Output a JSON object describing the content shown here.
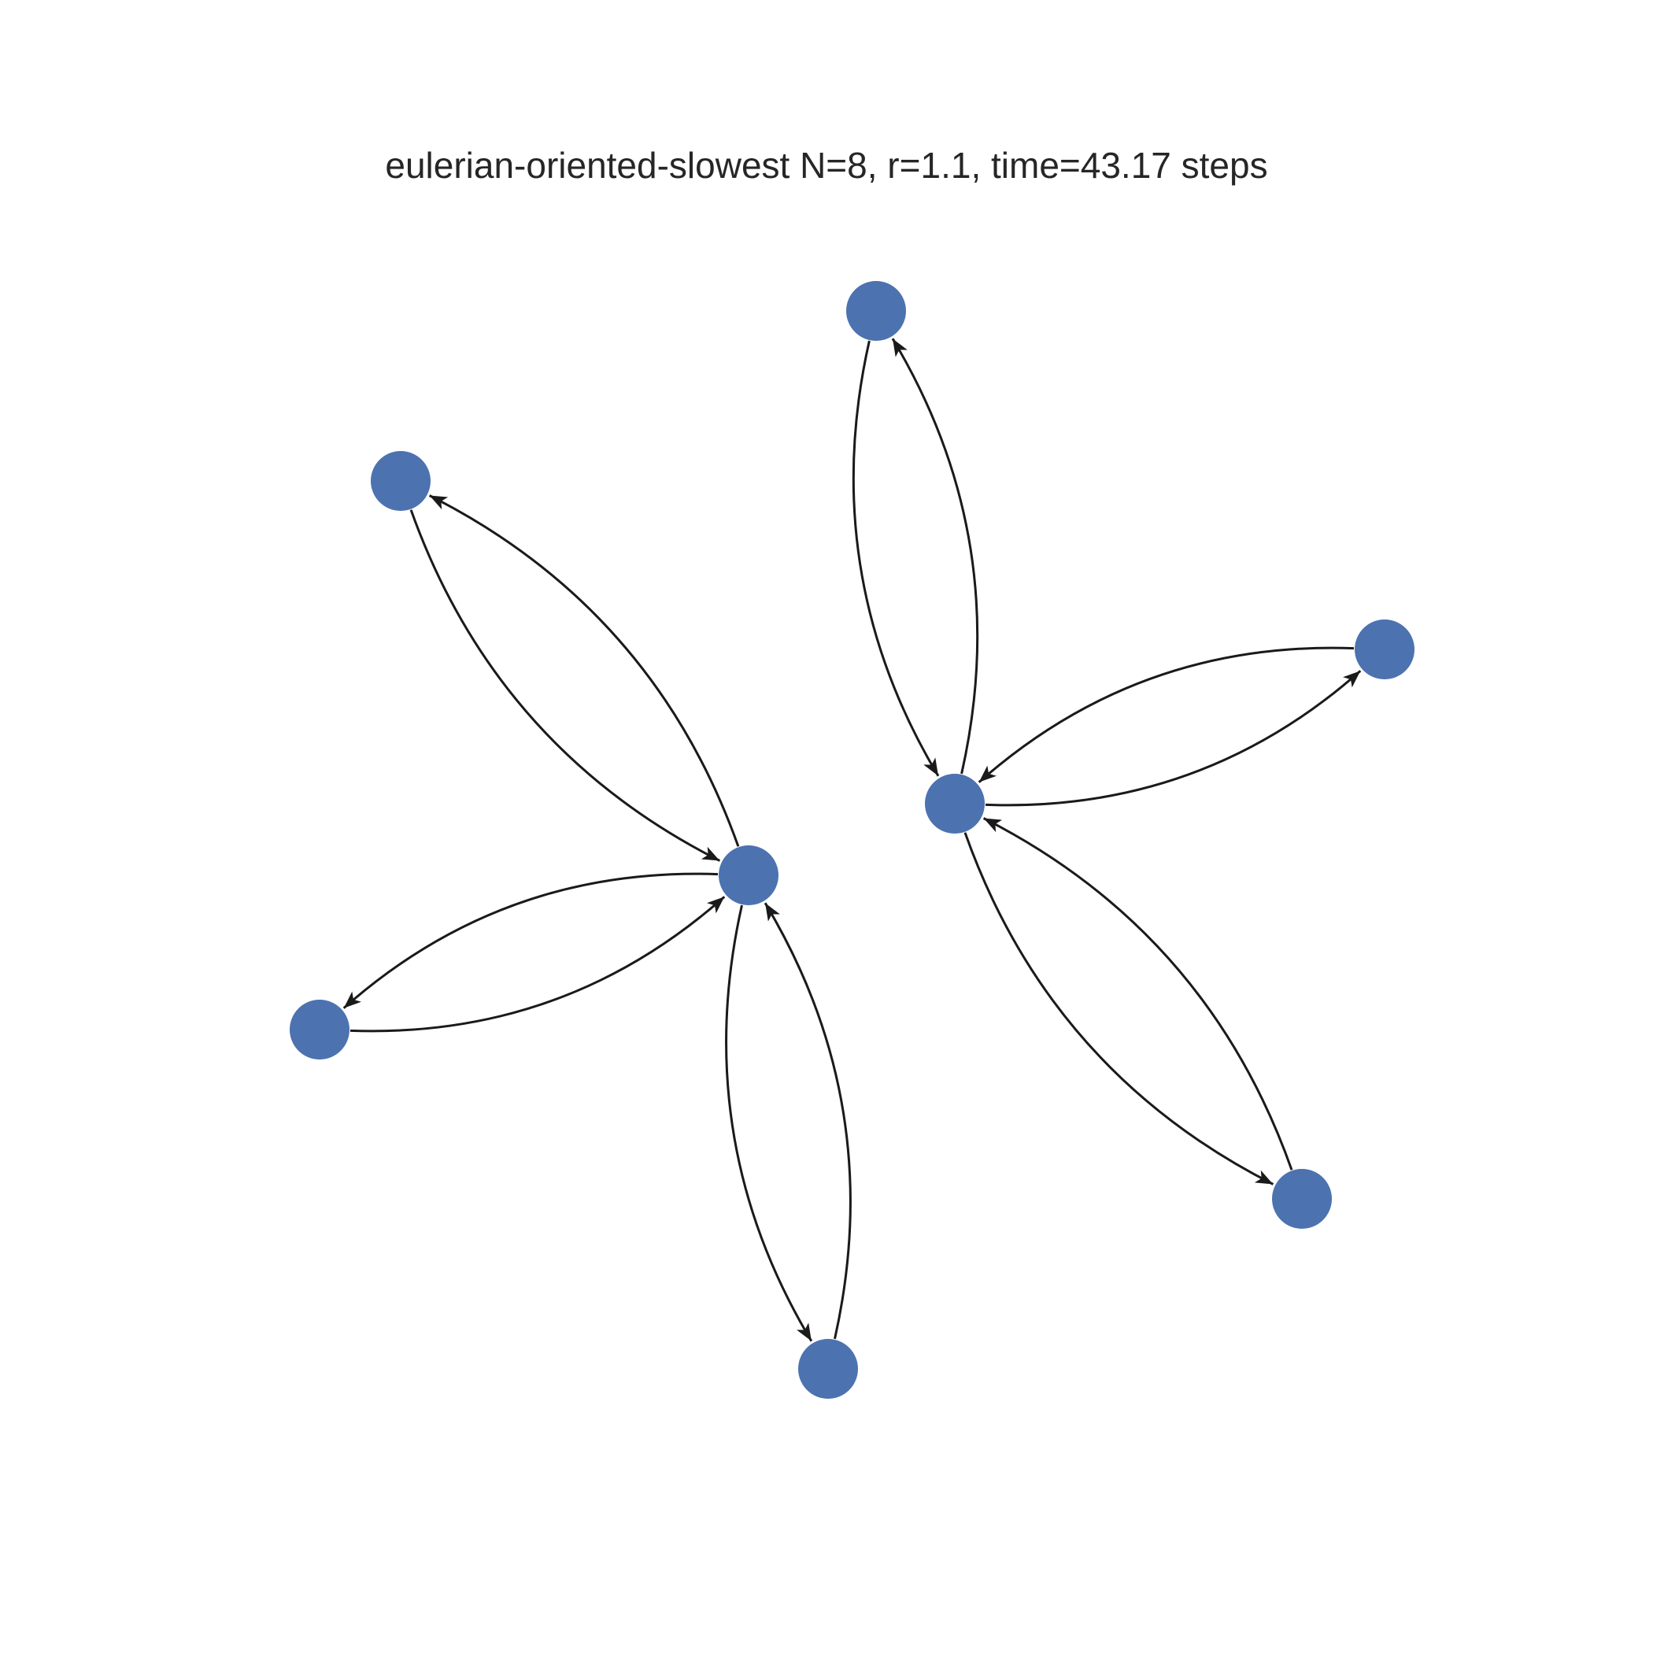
{
  "title": "eulerian-oriented-slowest N=8, r=1.1, time=43.17 steps",
  "colors": {
    "node": "#4c72b0",
    "edge": "#1a1a1a",
    "background": "#ffffff",
    "title": "#262626"
  },
  "graph": {
    "directed": true,
    "node_count": 8,
    "nodes": [
      {
        "id": "n0"
      },
      {
        "id": "n1"
      },
      {
        "id": "n2"
      },
      {
        "id": "n3"
      },
      {
        "id": "n4"
      },
      {
        "id": "n5"
      },
      {
        "id": "n6"
      },
      {
        "id": "n7"
      }
    ],
    "edges": [
      {
        "from": "n0",
        "to": "n6"
      },
      {
        "from": "n6",
        "to": "n0"
      },
      {
        "from": "n1",
        "to": "n7"
      },
      {
        "from": "n7",
        "to": "n1"
      },
      {
        "from": "n2",
        "to": "n6"
      },
      {
        "from": "n6",
        "to": "n2"
      },
      {
        "from": "n3",
        "to": "n7"
      },
      {
        "from": "n7",
        "to": "n3"
      },
      {
        "from": "n4",
        "to": "n6"
      },
      {
        "from": "n6",
        "to": "n4"
      },
      {
        "from": "n5",
        "to": "n7"
      },
      {
        "from": "n7",
        "to": "n5"
      }
    ]
  }
}
